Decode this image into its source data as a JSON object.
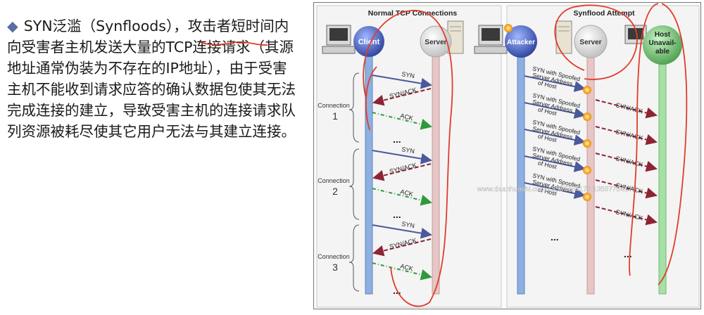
{
  "slide": {
    "bullet_symbol": "◆",
    "paragraph": "SYN泛滥（Synfloods），攻击者短时间内向受害者主机发送大量的TCP连接请求（其源地址通常伪装为不存在的IP地址），由于受害主机不能收到请求应答的确认数据包使其无法完成连接的建立，导致受害主机的连接请求队列资源被耗尽使其它用户无法与其建立连接。"
  },
  "figure": {
    "left_title": "Normal TCP Connections",
    "right_title": "Synflood Attempt",
    "client_label": "Client",
    "server_label": "Server",
    "attacker_label": "Attacker",
    "host_label_1": "Host",
    "host_label_2": "Unavail-",
    "host_label_3": "able",
    "connection_word": "Connection",
    "connections": [
      {
        "num": "1",
        "syn": "SYN",
        "synack": "SYN/ACK",
        "ack": "ACK",
        "dots": "..."
      },
      {
        "num": "2",
        "syn": "SYN",
        "synack": "SYN/ACK",
        "ack": "ACK",
        "dots": "..."
      },
      {
        "num": "3",
        "syn": "SYN",
        "synack": "SYN/ACK",
        "ack": "ACK",
        "dots": "..."
      }
    ],
    "spoofed": {
      "line1": "SYN with Spoofed",
      "line2": "Server Address",
      "line3": "of Host",
      "synack": "SYN/ACK"
    },
    "dots": "...",
    "watermark": "www.daanhuashi.com 13507754177 13507754177"
  },
  "colors": {
    "syn_arrow": "#4a5a9c",
    "synack_arrow": "#8e2433",
    "ack_arrow": "#2f9a3a",
    "client_line": "#8db0e0",
    "server_line": "#d8a8a8",
    "host_line": "#8fd28f",
    "annotation_red": "#e23b2a"
  }
}
